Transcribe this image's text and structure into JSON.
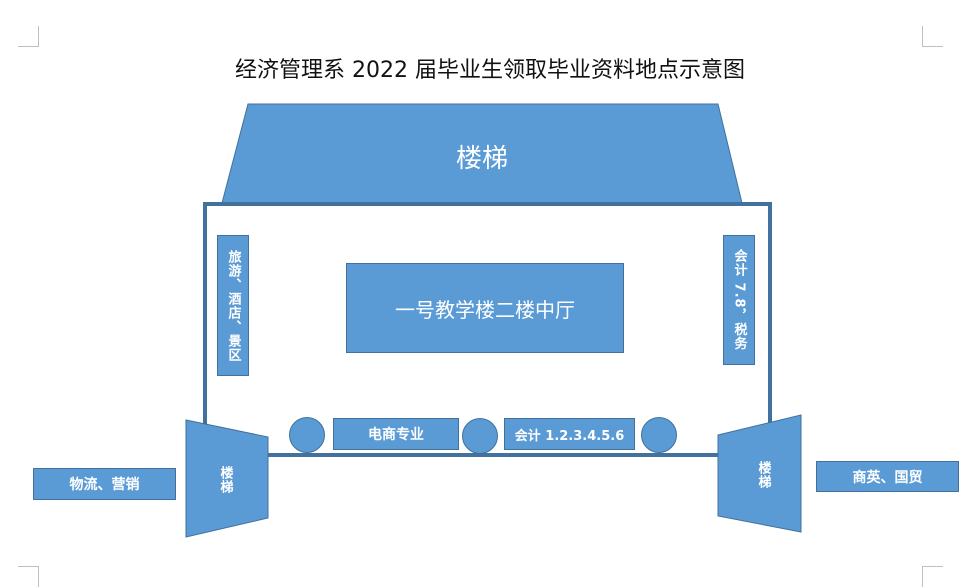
{
  "title": "经济管理系 2022 届毕业生领取毕业资料地点示意图",
  "top_stairs_label": "楼梯",
  "center_label": "一号教学楼二楼中厅",
  "left_area_label": "旅游、酒店、景区",
  "right_area_label": "会计 7.8，税务",
  "bottom_center_left_label": "电商专业",
  "bottom_center_right_label": "会计 1.2.3.4.5.6",
  "left_stairs_label": "楼梯",
  "right_stairs_label": "楼梯",
  "outside_left_label": "物流、营销",
  "outside_right_label": "商英、国贸",
  "colors": {
    "fill": "#5b9bd5",
    "stroke": "#41719c",
    "frame": "#41719c",
    "text": "#ffffff"
  }
}
